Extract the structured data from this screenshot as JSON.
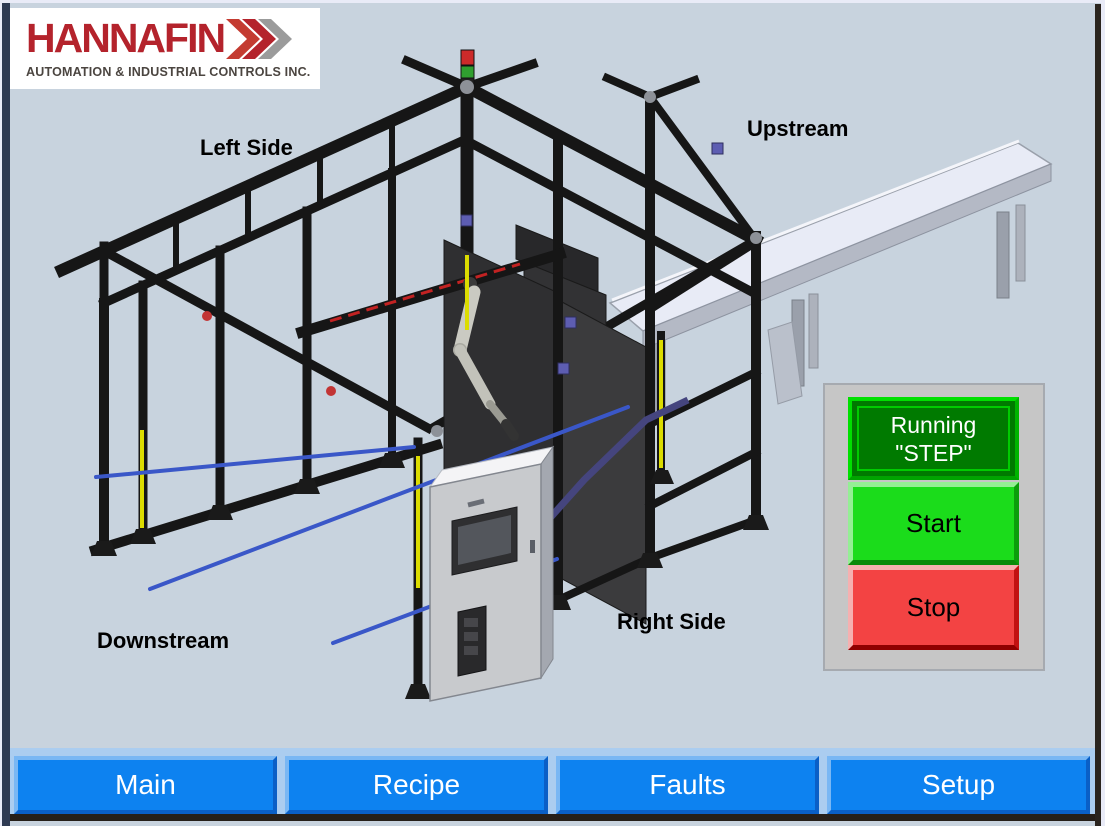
{
  "logo": {
    "brand": "HANNAFIN",
    "tagline": "AUTOMATION & INDUSTRIAL CONTROLS INC.",
    "brand_color": "#b4232c",
    "chevron_colors": [
      "#c43b31",
      "#b4232c",
      "#9b9b9b"
    ]
  },
  "diagram": {
    "labels": {
      "left_side": "Left Side",
      "upstream": "Upstream",
      "right_side": "Right Side",
      "downstream": "Downstream"
    }
  },
  "status_panel": {
    "running": {
      "line1": "Running",
      "line2": "\"STEP\"",
      "face_color": "#007a00",
      "border_color": "#00d800",
      "text_color": "#ffffff"
    },
    "start": {
      "label": "Start",
      "face_color": "#1bdc1b",
      "text_color": "#000000"
    },
    "stop": {
      "label": "Stop",
      "face_color": "#f34343",
      "text_color": "#000000"
    }
  },
  "nav": {
    "items": [
      {
        "label": "Main"
      },
      {
        "label": "Recipe"
      },
      {
        "label": "Faults"
      },
      {
        "label": "Setup"
      }
    ],
    "button_color": "#0d82f0",
    "text_color": "#ffffff"
  },
  "colors": {
    "background": "#c8d3de",
    "panel_gray": "#c6c6c6",
    "frame_black": "#161616",
    "light_curtain_yellow": "#dcdc00",
    "floor_beam_blue": "#3a57c8"
  }
}
